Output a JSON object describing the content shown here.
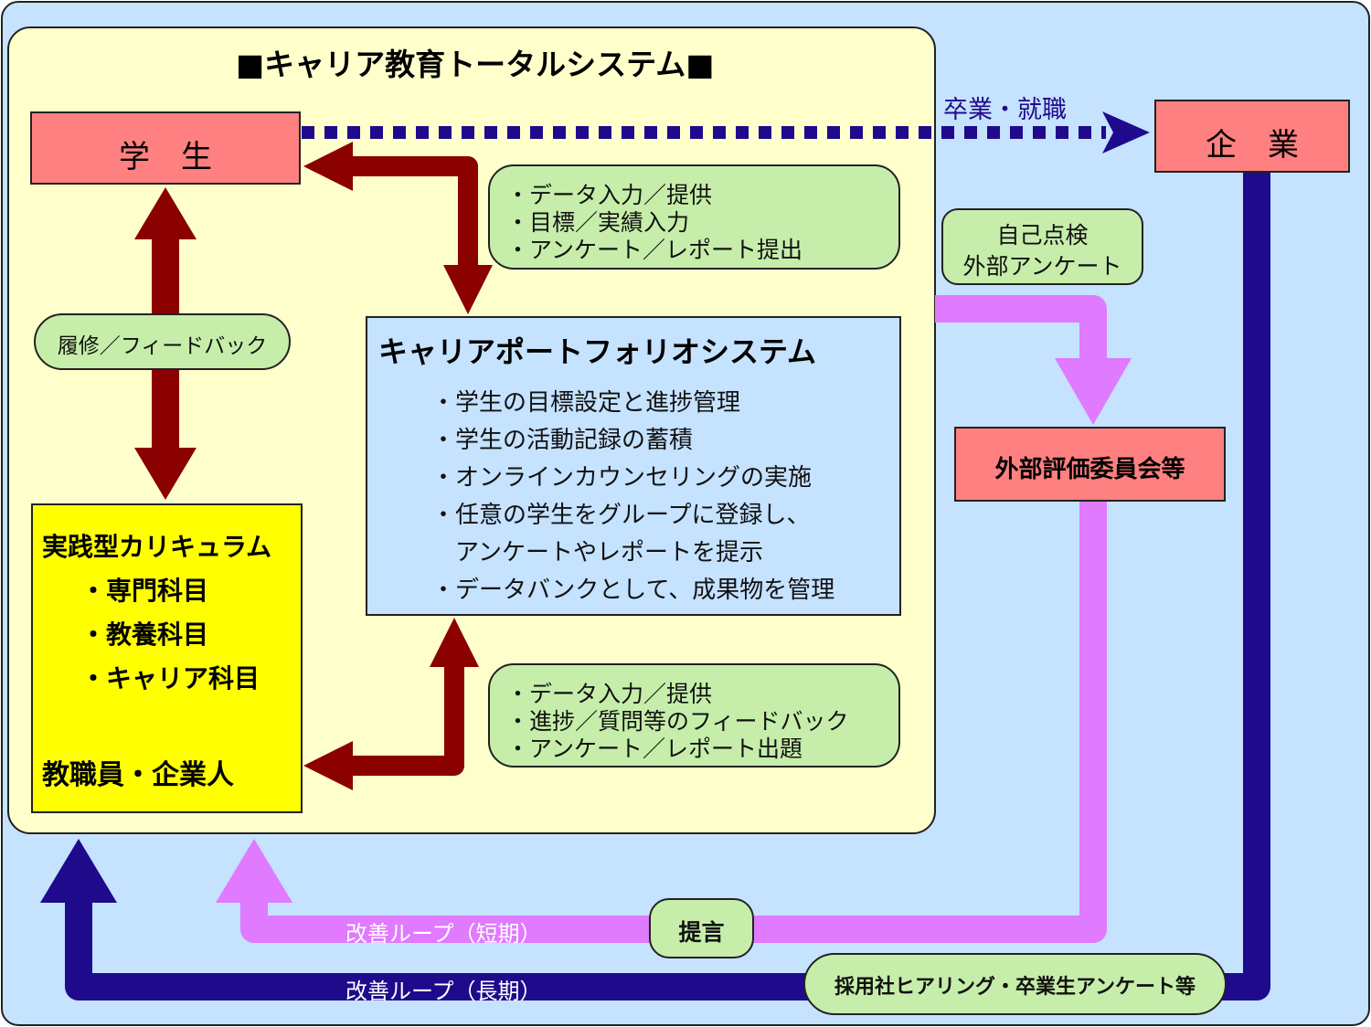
{
  "title": "■キャリア教育トータルシステム■",
  "nodes": {
    "student": "学　生",
    "company": "企　業",
    "external_committee": "外部評価委員会等",
    "portfolio": {
      "title": "キャリアポートフォリオシステム",
      "items": [
        "・学生の目標設定と進捗管理",
        "・学生の活動記録の蓄積",
        "・オンラインカウンセリングの実施",
        "・任意の学生をグループに登録し、",
        "　アンケートやレポートを提示",
        "・データバンクとして、成果物を管理"
      ]
    },
    "curriculum": {
      "title": "実践型カリキュラム",
      "items": [
        "・専門科目",
        "・教養科目",
        "・キャリア科目"
      ],
      "staff": "教職員・企業人"
    }
  },
  "bubbles": {
    "student_to_portfolio": [
      "・データ入力／提供",
      "・目標／実績入力",
      "・アンケート／レポート提出"
    ],
    "staff_to_portfolio": [
      "・データ入力／提供",
      "・進捗／質問等のフィードバック",
      "・アンケート／レポート出題"
    ],
    "curriculum_feedback": "履修／フィードバック",
    "self_check": [
      "自己点検",
      "外部アンケート"
    ],
    "proposal": "提言",
    "hiring": "採用社ヒアリング・卒業生アンケート等"
  },
  "arrow_labels": {
    "graduation": "卒業・就職",
    "short_loop": "改善ループ（短期）",
    "long_loop": "改善ループ（長期）"
  },
  "colors": {
    "outer_bg": "#c5e2ff",
    "inner_bg": "#ffffcc",
    "node_red": "#ff8080",
    "portfolio_bg": "#c5e2ff",
    "curriculum_bg": "#ffff00",
    "bubble_green": "#c6eeaa",
    "arrow_dark_red": "#8b0000",
    "arrow_navy": "#1f0a8c",
    "arrow_violet": "#e07aff"
  }
}
